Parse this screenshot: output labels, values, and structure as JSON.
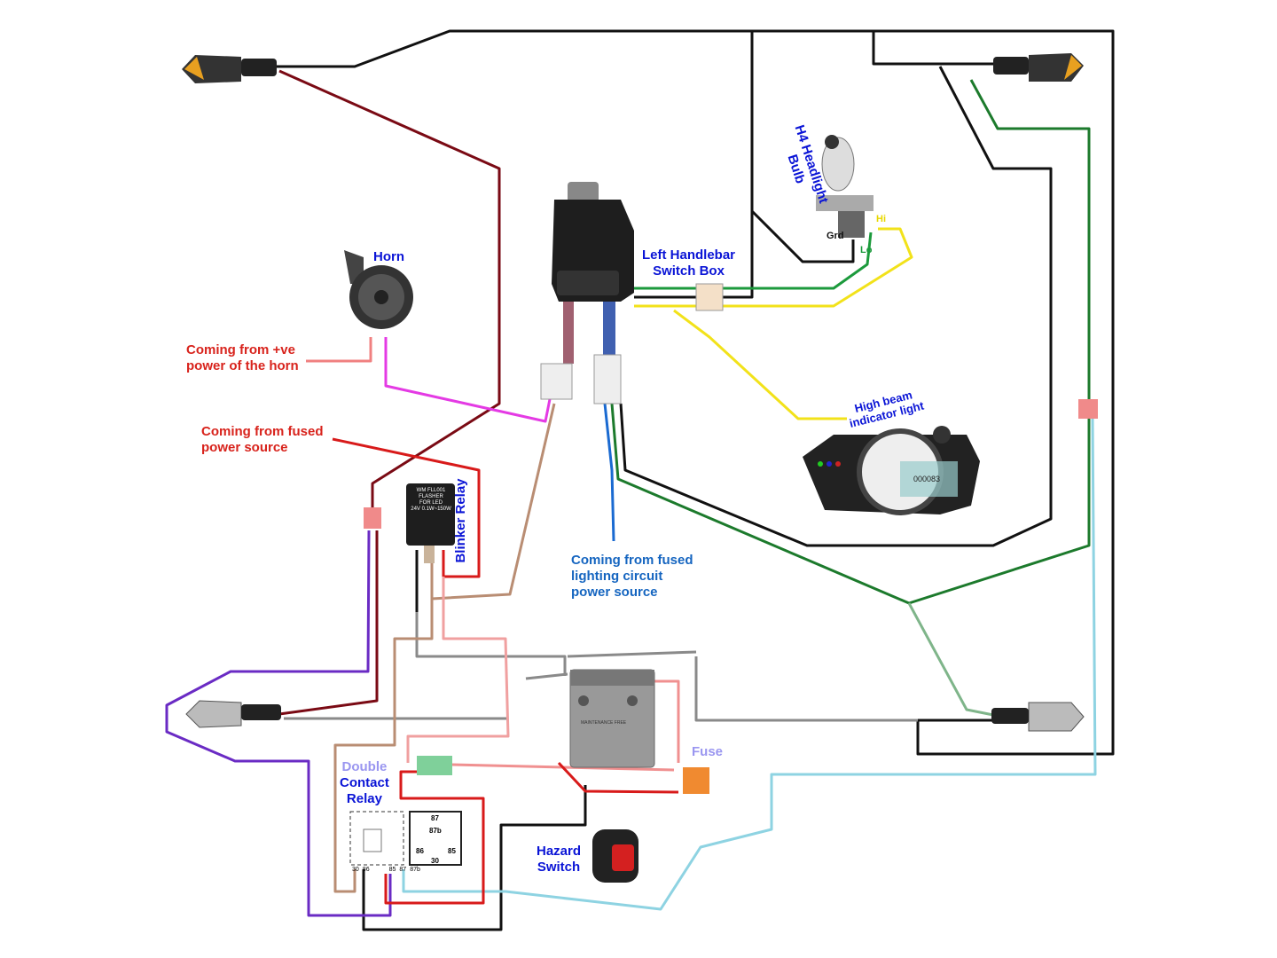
{
  "labels": {
    "horn": "Horn",
    "horn_power": [
      "Coming from +ve",
      "power of the horn"
    ],
    "switch_box": [
      "Left Handlebar",
      "Switch Box"
    ],
    "headlight": [
      "H4 Headlight",
      "Bulb"
    ],
    "grd": "Grd",
    "hi": "Hi",
    "lo": "Lo",
    "high_beam": [
      "High beam",
      "indicator light"
    ],
    "fused_power": [
      "Coming from fused",
      "power source"
    ],
    "blinker_relay": "Blinker Relay",
    "flasher_text": [
      "WM  FLL001",
      "FLASHER",
      "FOR LED",
      "24V  0.1W~150W"
    ],
    "lighting_power": [
      "Coming from fused",
      "lighting circuit",
      "power source"
    ],
    "fuse": "Fuse",
    "double_relay": [
      "Double",
      "Contact",
      "Relay"
    ],
    "relay_pins": [
      "30",
      "86",
      "85",
      "87",
      "87b"
    ],
    "relay_box_pins": {
      "p87": "87",
      "p87b": "87b",
      "p86": "86",
      "p85": "85",
      "p30": "30"
    },
    "hazard": [
      "Hazard",
      "Switch"
    ],
    "battery_text": "MAINTENANCE FREE",
    "odometer": "000083"
  },
  "colors": {
    "black": "#111111",
    "dark_red": "#7a0a14",
    "green": "#1c7a2c",
    "yellow": "#f2e21a",
    "purple": "#6a2bc4",
    "magenta": "#e43ae4",
    "light_blue": "#8ed3e2",
    "tan": "#b98d73",
    "red": "#d81a1a",
    "gray": "#8a8a8a",
    "blue_wire": "#1a6ad1",
    "label_blue": "#0a14d6",
    "label_red": "#d8231c"
  }
}
